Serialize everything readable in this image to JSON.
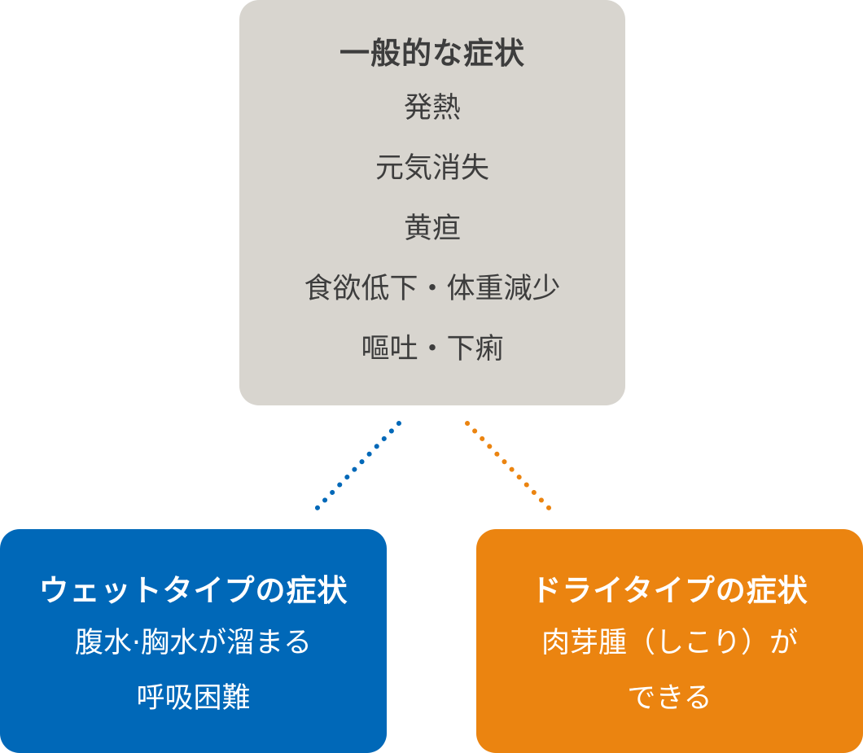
{
  "colors": {
    "general_bg": "#d8d5cf",
    "general_text": "#3d3d3d",
    "wet_bg": "#0068b8",
    "dry_bg": "#eb8410",
    "type_text": "#ffffff",
    "wet_connector": "#0068b8",
    "dry_connector": "#eb8410"
  },
  "general": {
    "title": "一般的な症状",
    "items": [
      "発熱",
      "元気消失",
      "黄疸",
      "食欲低下・体重減少",
      "嘔吐・下痢"
    ]
  },
  "wet": {
    "title": "ウェットタイプの症状",
    "items": [
      "腹水·胸水が溜まる",
      "呼吸困難"
    ]
  },
  "dry": {
    "title": "ドライタイプの症状",
    "items": [
      "肉芽腫（しこり）が",
      "できる"
    ]
  }
}
